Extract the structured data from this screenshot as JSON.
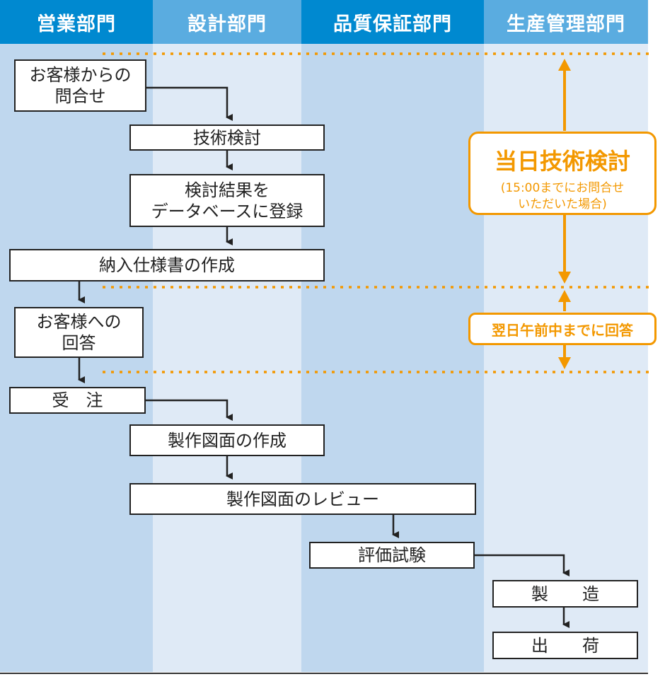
{
  "lanes": [
    "営業部門",
    "設計部門",
    "品質保証部門",
    "生産管理部門"
  ],
  "colors": {
    "header_dark": "#0089d0",
    "header_light": "#5aace0",
    "lane_dark": "#bfd7ee",
    "lane_light": "#dfeaf6",
    "accent": "#f39800",
    "line": "#222222"
  },
  "steps": {
    "inquiry": "お客様からの\n問合せ",
    "tech_review": "技術検討",
    "register": "検討結果を\nデータベースに登録",
    "spec": "納入仕様書の作成",
    "reply": "お客様への\n回答",
    "order": "受　注",
    "drawing": "製作図面の作成",
    "drawing_review": "製作図面のレビュー",
    "eval_test": "評価試験",
    "manufacture": "製　　造",
    "shipping": "出　　荷"
  },
  "callouts": {
    "same_day_title": "当日技術検討",
    "same_day_note": "(15:00までにお問合せ\nいただいた場合)",
    "next_morning": "翌日午前中までに回答"
  }
}
